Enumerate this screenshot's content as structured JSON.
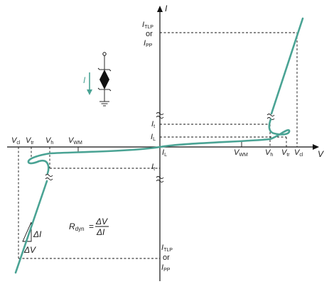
{
  "axes": {
    "x_label": "V",
    "y_label": "I"
  },
  "top_annotations": {
    "i_tlp": "I",
    "i_tlp_sub": "TLP",
    "or_text": "or",
    "i_pp": "I",
    "i_pp_sub": "PP",
    "it": "I",
    "it_sub": "t",
    "il": "I",
    "il_sub": "L"
  },
  "below_axis_right": {
    "il": "I",
    "il_sub": "L",
    "vwm": "V",
    "vwm_sub": "WM",
    "vh": "V",
    "vh_sub": "h",
    "vtr": "V",
    "vtr_sub": "tr",
    "vcl": "V",
    "vcl_sub": "cl"
  },
  "above_axis_left": {
    "vcl": "V",
    "vcl_sub": "cl",
    "vtr": "V",
    "vtr_sub": "tr",
    "vh": "V",
    "vh_sub": "h",
    "vwm": "V",
    "vwm_sub": "WM"
  },
  "bottom_annotations": {
    "it": "I",
    "it_sub": "t",
    "i_tlp": "I",
    "i_tlp_sub": "TLP",
    "or_text": "or",
    "i_pp": "I",
    "i_pp_sub": "PP"
  },
  "formula": {
    "r": "R",
    "r_sub": "dyn",
    "eq": "=",
    "num": "ΔV",
    "den": "ΔI"
  },
  "slope_labels": {
    "delta_i": "ΔI",
    "delta_v": "ΔV"
  },
  "schematic": {
    "current_label": "I",
    "component": "bidirectional-tvs-diode"
  },
  "colors": {
    "curve": "#4aa394",
    "lines": "#111111"
  }
}
